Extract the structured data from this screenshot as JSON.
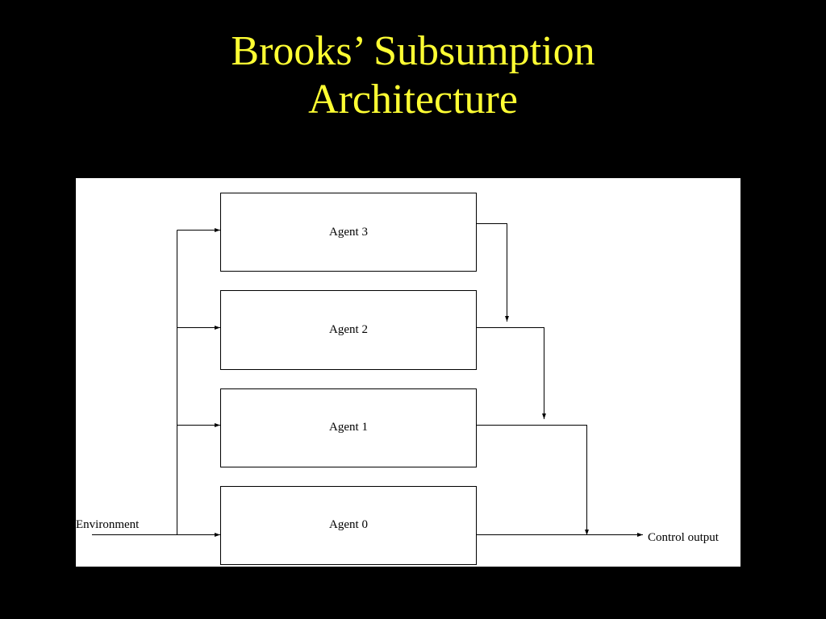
{
  "slide": {
    "title_line1": "Brooks’ Subsumption",
    "title_line2": "Architecture",
    "title_color": "#ffff33",
    "background_color": "#000000"
  },
  "diagram": {
    "agents": [
      {
        "id": "agent-3",
        "label": "Agent 3"
      },
      {
        "id": "agent-2",
        "label": "Agent 2"
      },
      {
        "id": "agent-1",
        "label": "Agent 1"
      },
      {
        "id": "agent-0",
        "label": "Agent 0"
      }
    ],
    "input_label": "Environment",
    "output_label": "Control output",
    "edges": [
      {
        "from": "environment",
        "to": "agent-0"
      },
      {
        "from": "environment",
        "to": "agent-1"
      },
      {
        "from": "environment",
        "to": "agent-2"
      },
      {
        "from": "environment",
        "to": "agent-3"
      },
      {
        "from": "agent-3",
        "to": "agent-2-output"
      },
      {
        "from": "agent-2",
        "to": "agent-1-output"
      },
      {
        "from": "agent-1",
        "to": "agent-0-output"
      },
      {
        "from": "agent-0",
        "to": "control-output"
      }
    ]
  }
}
